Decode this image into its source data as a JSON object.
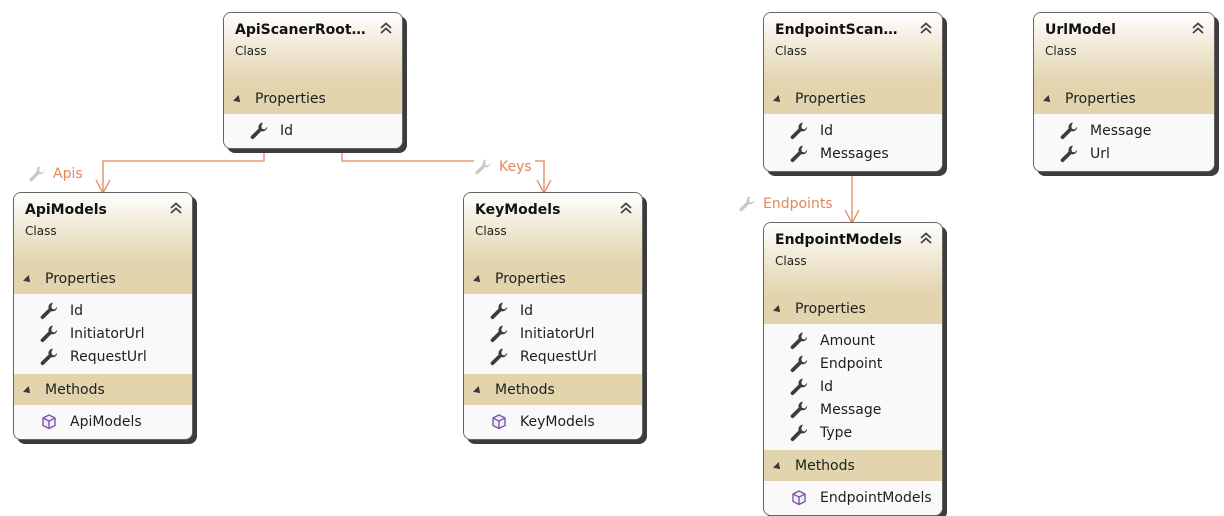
{
  "colors": {
    "connector": "#e2875b",
    "header_gradient_end": "#e3d4af",
    "section_bg": "#e2d5ae",
    "border": "#646464"
  },
  "classes": {
    "api_scaner_root": {
      "name": "ApiScanerRoot...",
      "stereotype": "Class",
      "properties_label": "Properties",
      "properties": [
        "Id"
      ]
    },
    "endpoint_scaner": {
      "name": "EndpointScaner...",
      "stereotype": "Class",
      "properties_label": "Properties",
      "properties": [
        "Id",
        "Messages"
      ]
    },
    "url_model": {
      "name": "UrlModel",
      "stereotype": "Class",
      "properties_label": "Properties",
      "properties": [
        "Message",
        "Url"
      ]
    },
    "api_models": {
      "name": "ApiModels",
      "stereotype": "Class",
      "properties_label": "Properties",
      "properties": [
        "Id",
        "InitiatorUrl",
        "RequestUrl"
      ],
      "methods_label": "Methods",
      "methods": [
        "ApiModels"
      ]
    },
    "key_models": {
      "name": "KeyModels",
      "stereotype": "Class",
      "properties_label": "Properties",
      "properties": [
        "Id",
        "InitiatorUrl",
        "RequestUrl"
      ],
      "methods_label": "Methods",
      "methods": [
        "KeyModels"
      ]
    },
    "endpoint_models": {
      "name": "EndpointModels",
      "stereotype": "Class",
      "properties_label": "Properties",
      "properties": [
        "Amount",
        "Endpoint",
        "Id",
        "Message",
        "Type"
      ],
      "methods_label": "Methods",
      "methods": [
        "EndpointModels"
      ]
    }
  },
  "associations": {
    "apis": "Apis",
    "keys": "Keys",
    "endpoints": "Endpoints"
  },
  "icons": {
    "property": "wrench-icon",
    "method": "cube-icon",
    "collapse": "double-chevron-up-icon",
    "section_toggle": "triangle-icon"
  }
}
